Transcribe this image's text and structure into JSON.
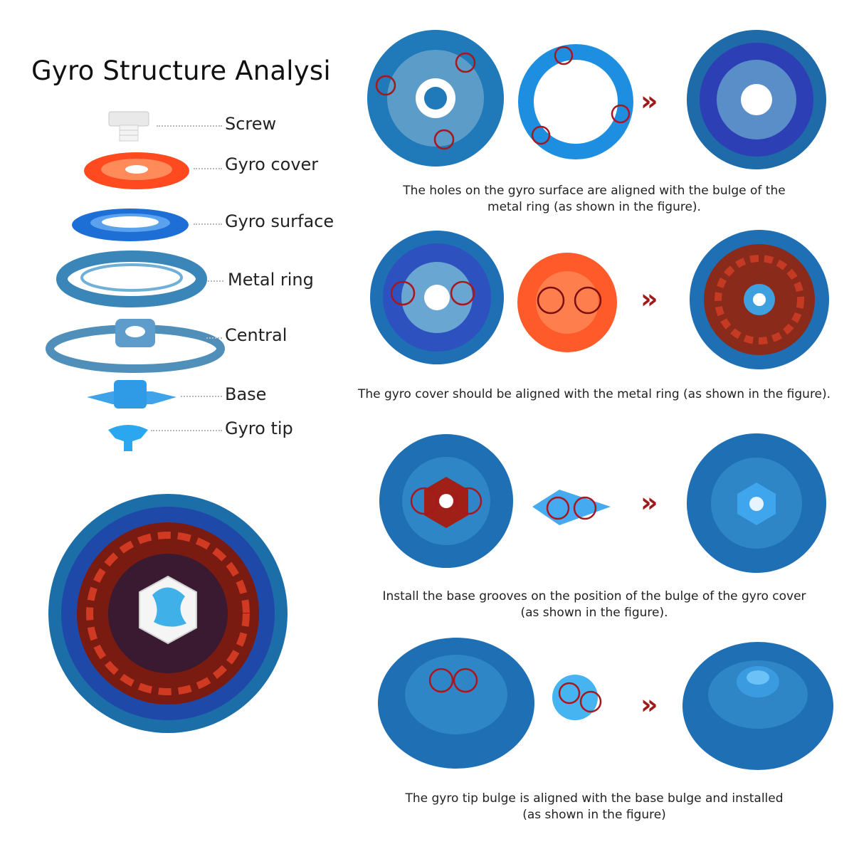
{
  "title": "Gyro Structure Analysis",
  "parts": [
    {
      "name": "Screw"
    },
    {
      "name": "Gyro cover"
    },
    {
      "name": "Gyro surface"
    },
    {
      "name": "Metal ring"
    },
    {
      "name": "Central"
    },
    {
      "name": "Base"
    },
    {
      "name": "Gyro tip"
    }
  ],
  "steps": [
    {
      "caption_line1": "The holes on the gyro surface are aligned with the bulge of the",
      "caption_line2": "metal ring (as shown in the figure)."
    },
    {
      "caption_line1": "The gyro cover should be aligned with the metal ring (as shown in the figure).",
      "caption_line2": ""
    },
    {
      "caption_line1": "Install the base grooves on the position of the bulge of the gyro cover",
      "caption_line2": "(as shown in the figure)."
    },
    {
      "caption_line1": "The gyro tip bulge is aligned with the base bulge and installed",
      "caption_line2": "(as shown in the figure)"
    }
  ],
  "colors": {
    "blue": "#1f7fc0",
    "dark_blue": "#0f4f8a",
    "orange": "#ff5a2a",
    "red_mark": "#a8161e",
    "arrow": "#9e1b1b"
  }
}
